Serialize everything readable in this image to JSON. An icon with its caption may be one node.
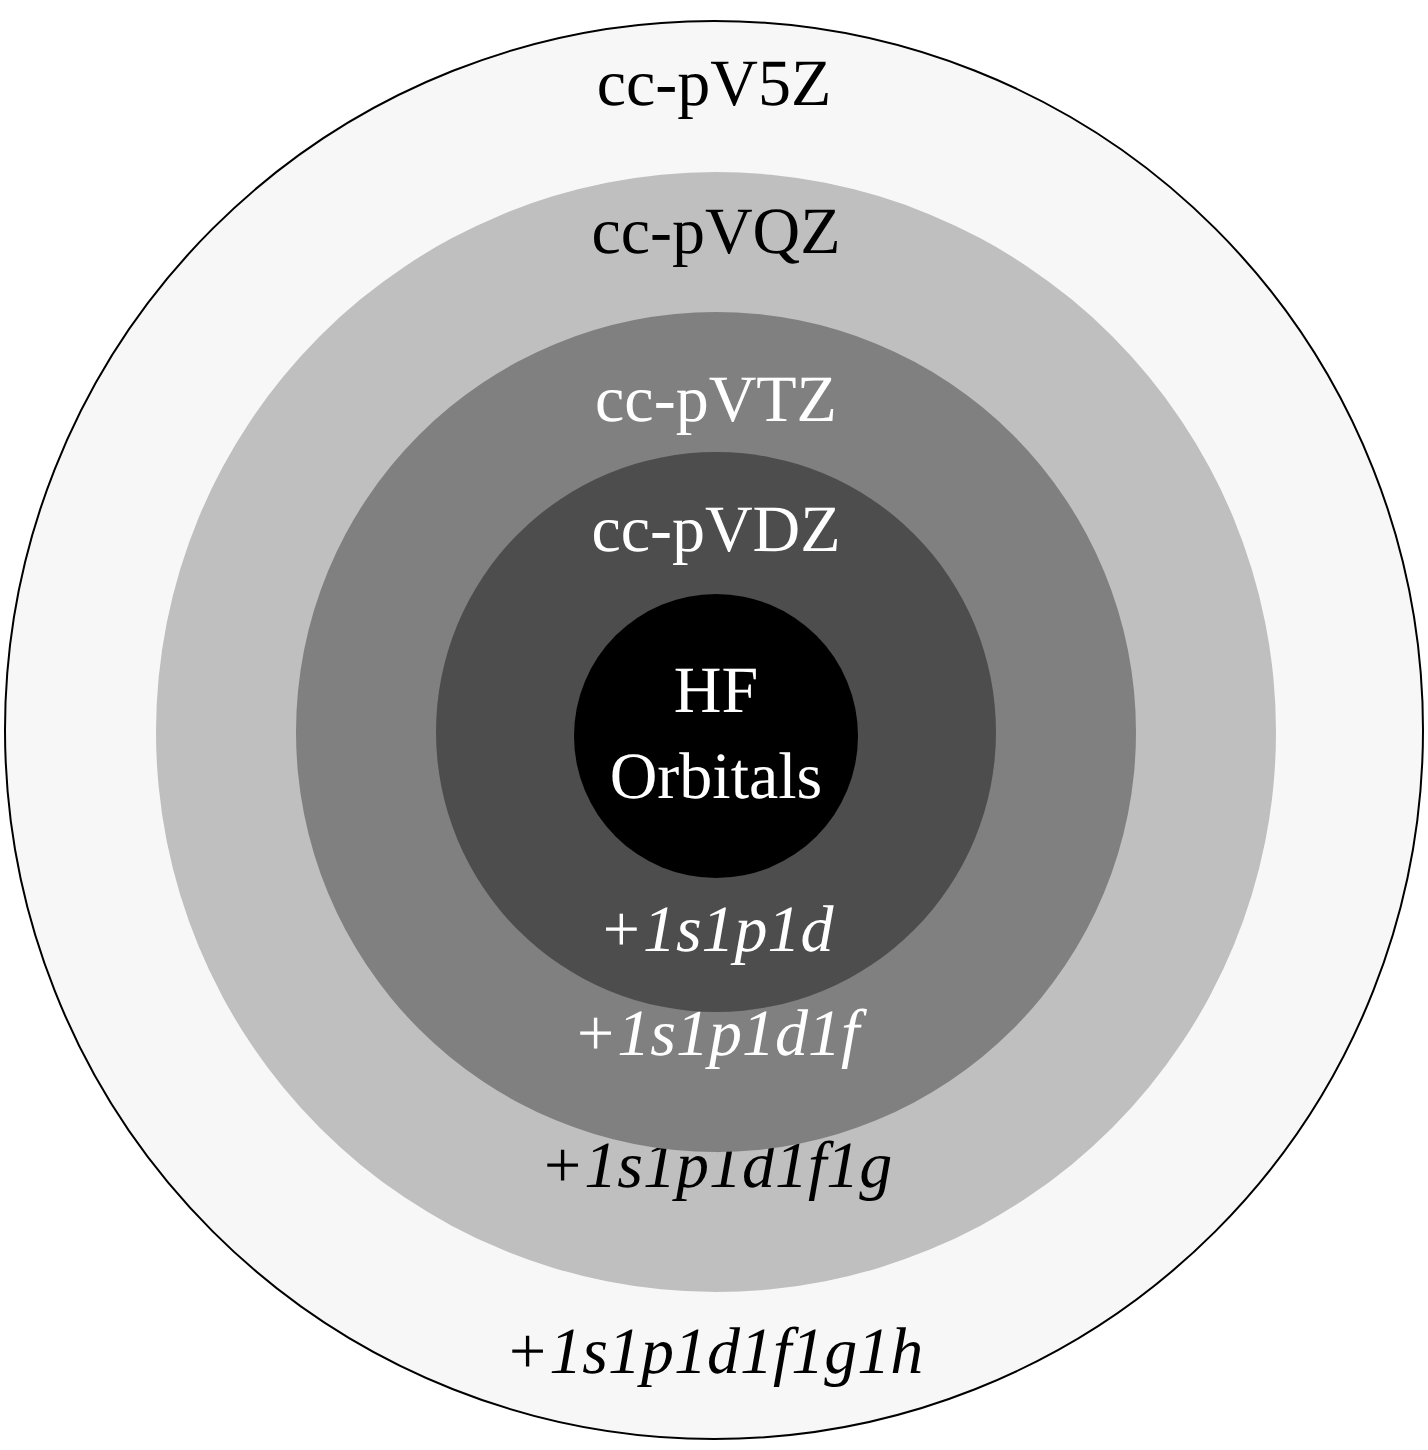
{
  "diagram": {
    "nodes": [
      {
        "text": [
          "cc-pV5Z",
          "+1s1p1d1f1g1h"
        ]
      },
      {
        "text": [
          "cc-pVQZ",
          "+1s1p1d1f1g"
        ],
        "in": 0
      },
      {
        "text": [
          "cc-pVTZ",
          "+1s1p1d1f"
        ],
        "in": 1
      },
      {
        "text": [
          "cc-pVDZ",
          "+1s1p1d"
        ],
        "in": 2
      },
      {
        "text": [
          "HF Orbitals"
        ],
        "in": 3
      }
    ]
  }
}
